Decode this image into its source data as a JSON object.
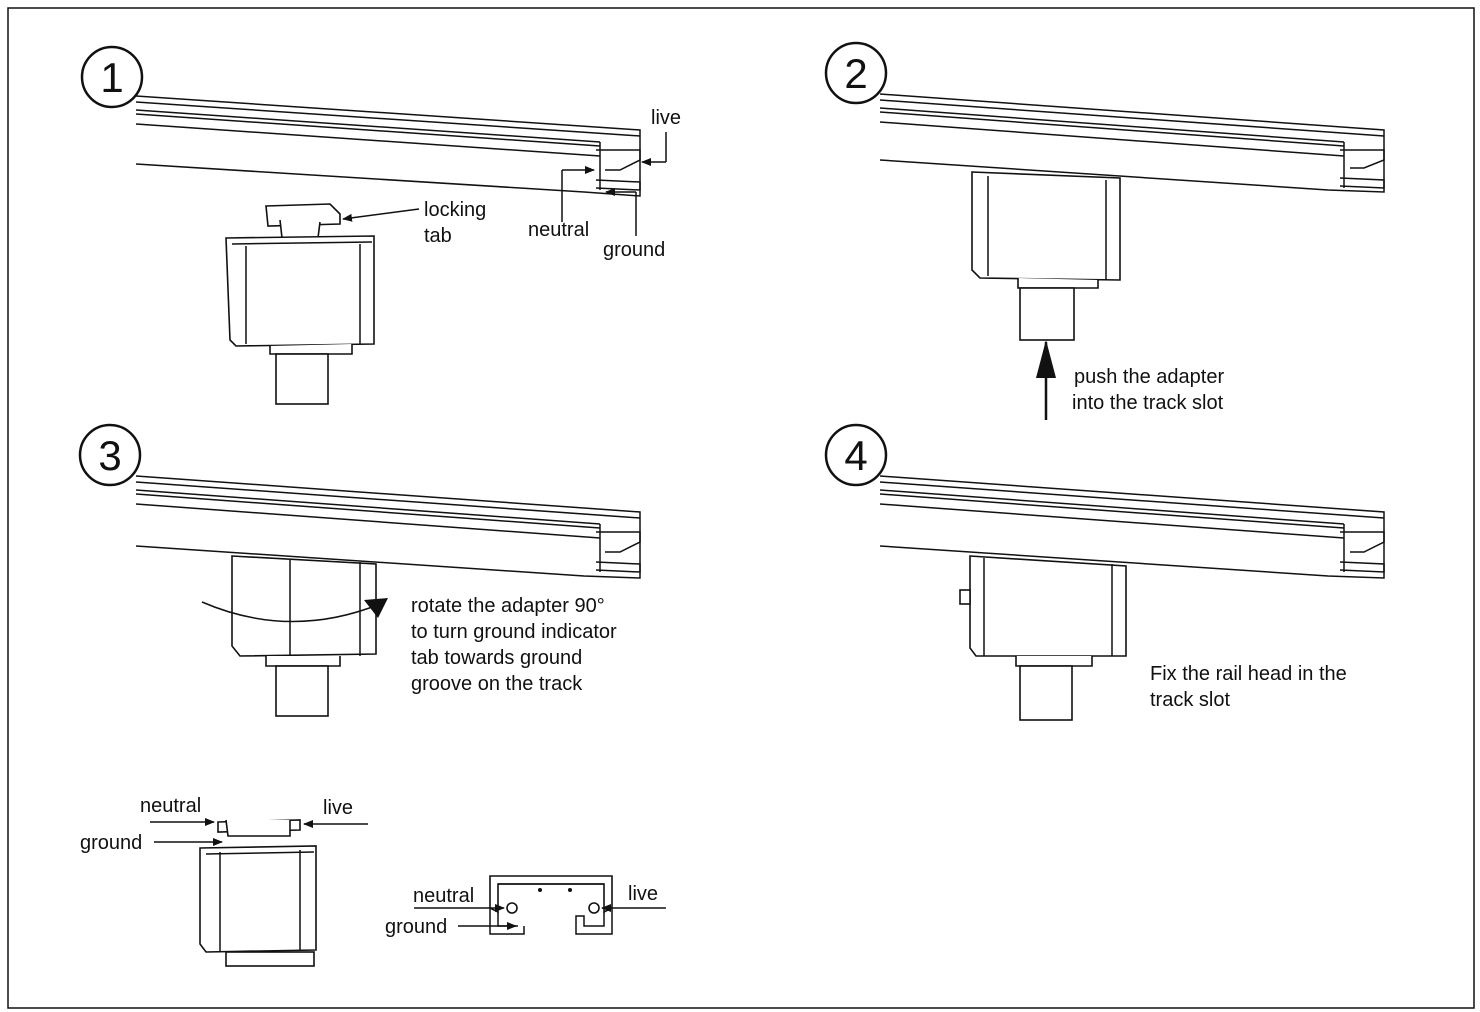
{
  "steps": [
    {
      "number": "1"
    },
    {
      "number": "2"
    },
    {
      "number": "3"
    },
    {
      "number": "4"
    }
  ],
  "labels": {
    "live": "live",
    "neutral": "neutral",
    "ground": "ground",
    "locking_tab_line1": "locking",
    "locking_tab_line2": "tab",
    "push_line1": "push the adapter",
    "push_line2": "into the track slot",
    "rotate_line1": "rotate the adapter 90°",
    "rotate_line2": "to turn ground indicator",
    "rotate_line3": "tab towards ground",
    "rotate_line4": "groove on the track",
    "fix_line1": "Fix the rail head in the",
    "fix_line2": "track slot"
  }
}
